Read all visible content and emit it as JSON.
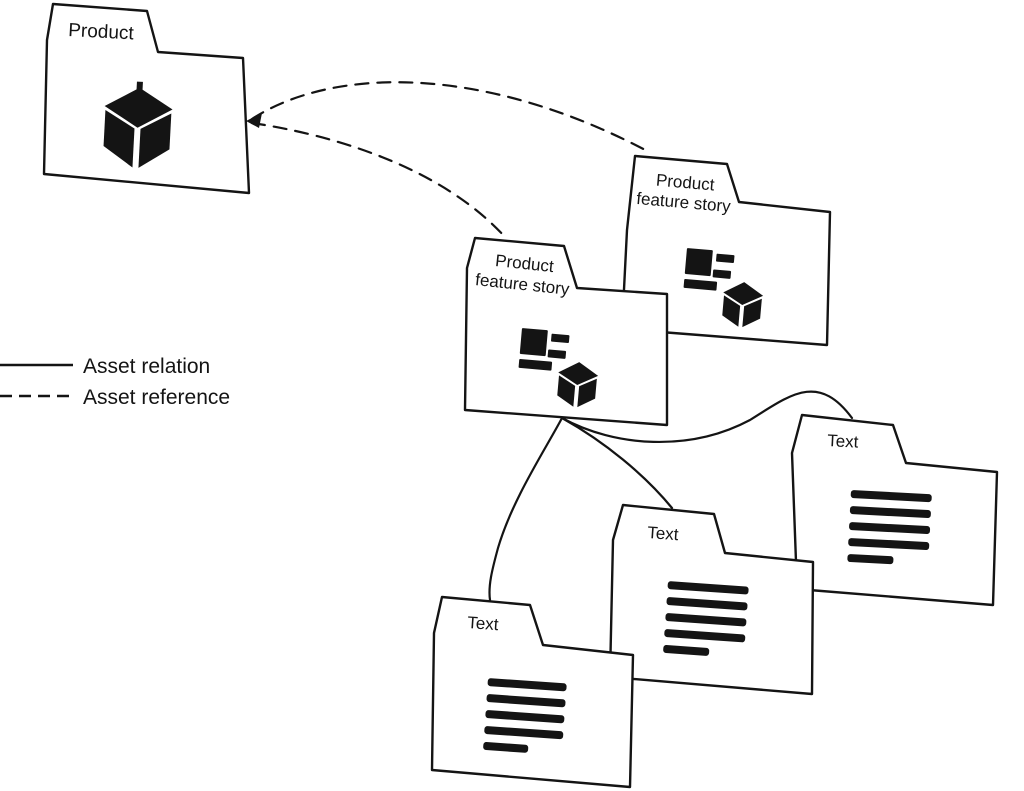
{
  "legend": {
    "relation_label": "Asset relation",
    "reference_label": "Asset reference"
  },
  "folders": {
    "product": {
      "label": "Product",
      "icon": "cube-icon"
    },
    "story_top": {
      "label_line1": "Product",
      "label_line2": "feature story",
      "icon": "story-cube-icon"
    },
    "story_mid": {
      "label_line1": "Product",
      "label_line2": "feature story",
      "icon": "story-cube-icon"
    },
    "text_left": {
      "label": "Text",
      "icon": "text-lines-icon"
    },
    "text_mid": {
      "label": "Text",
      "icon": "text-lines-icon"
    },
    "text_right": {
      "label": "Text",
      "icon": "text-lines-icon"
    }
  },
  "colors": {
    "ink": "#141414",
    "paper": "#ffffff"
  }
}
